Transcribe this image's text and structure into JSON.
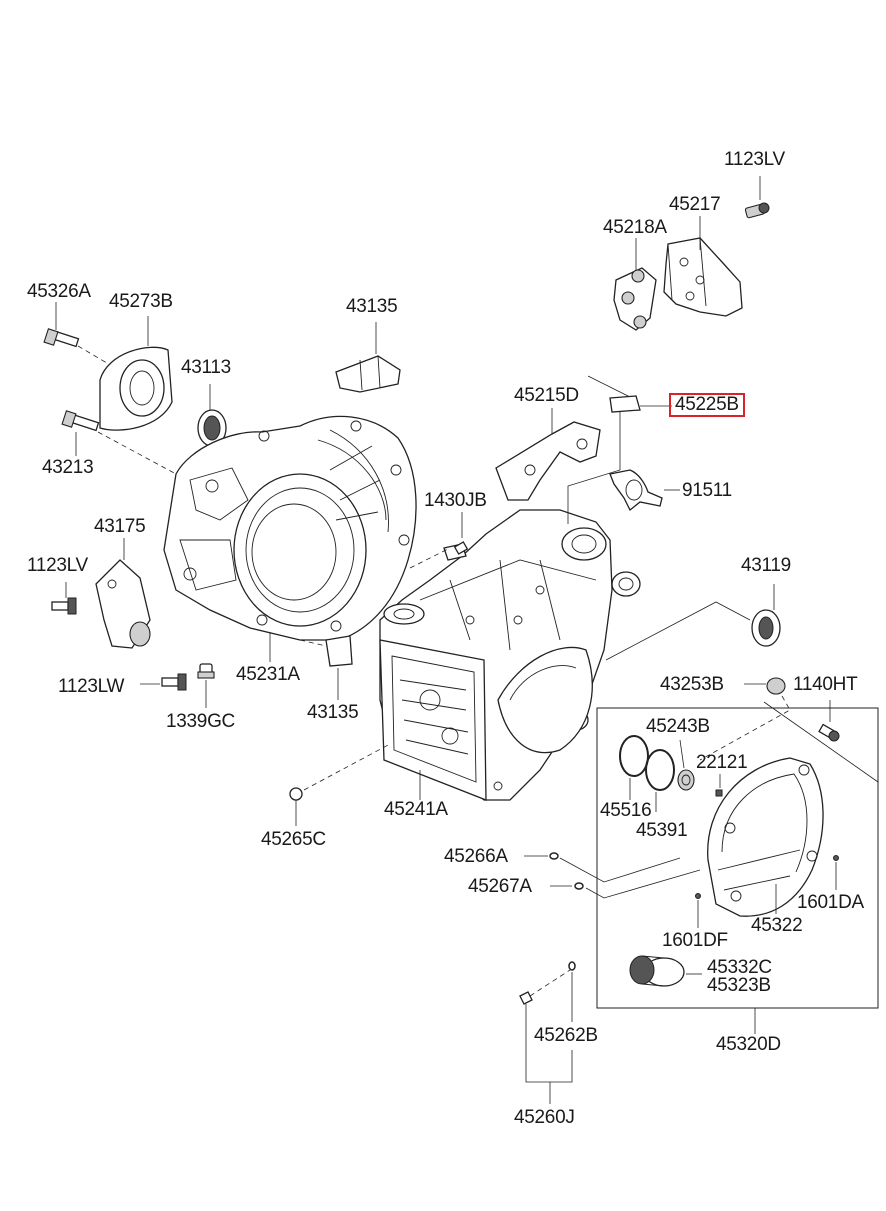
{
  "labels": {
    "p1123LV_top": "1123LV",
    "p45217": "45217",
    "p45218A": "45218A",
    "p45326A": "45326A",
    "p45273B": "45273B",
    "p43135_top": "43135",
    "p43113": "43113",
    "p45215D": "45215D",
    "p45225B": "45225B",
    "p43213": "43213",
    "p91511": "91511",
    "p1430JB": "1430JB",
    "p43175": "43175",
    "p1123LV_left": "1123LV",
    "p43119": "43119",
    "p45231A": "45231A",
    "p1123LW": "1123LW",
    "p43135_bot": "43135",
    "p1339GC": "1339GC",
    "p43253B": "43253B",
    "p1140HT": "1140HT",
    "p45243B": "45243B",
    "p22121": "22121",
    "p45516": "45516",
    "p45391": "45391",
    "p45241A": "45241A",
    "p45265C": "45265C",
    "p45266A": "45266A",
    "p45267A": "45267A",
    "p1601DA": "1601DA",
    "p45322": "45322",
    "p1601DF": "1601DF",
    "p45332C": "45332C",
    "p45323B": "45323B",
    "p45262B": "45262B",
    "p45320D": "45320D",
    "p45260J": "45260J"
  },
  "highlight": {
    "part": "45225B",
    "color": "#d8232a"
  }
}
